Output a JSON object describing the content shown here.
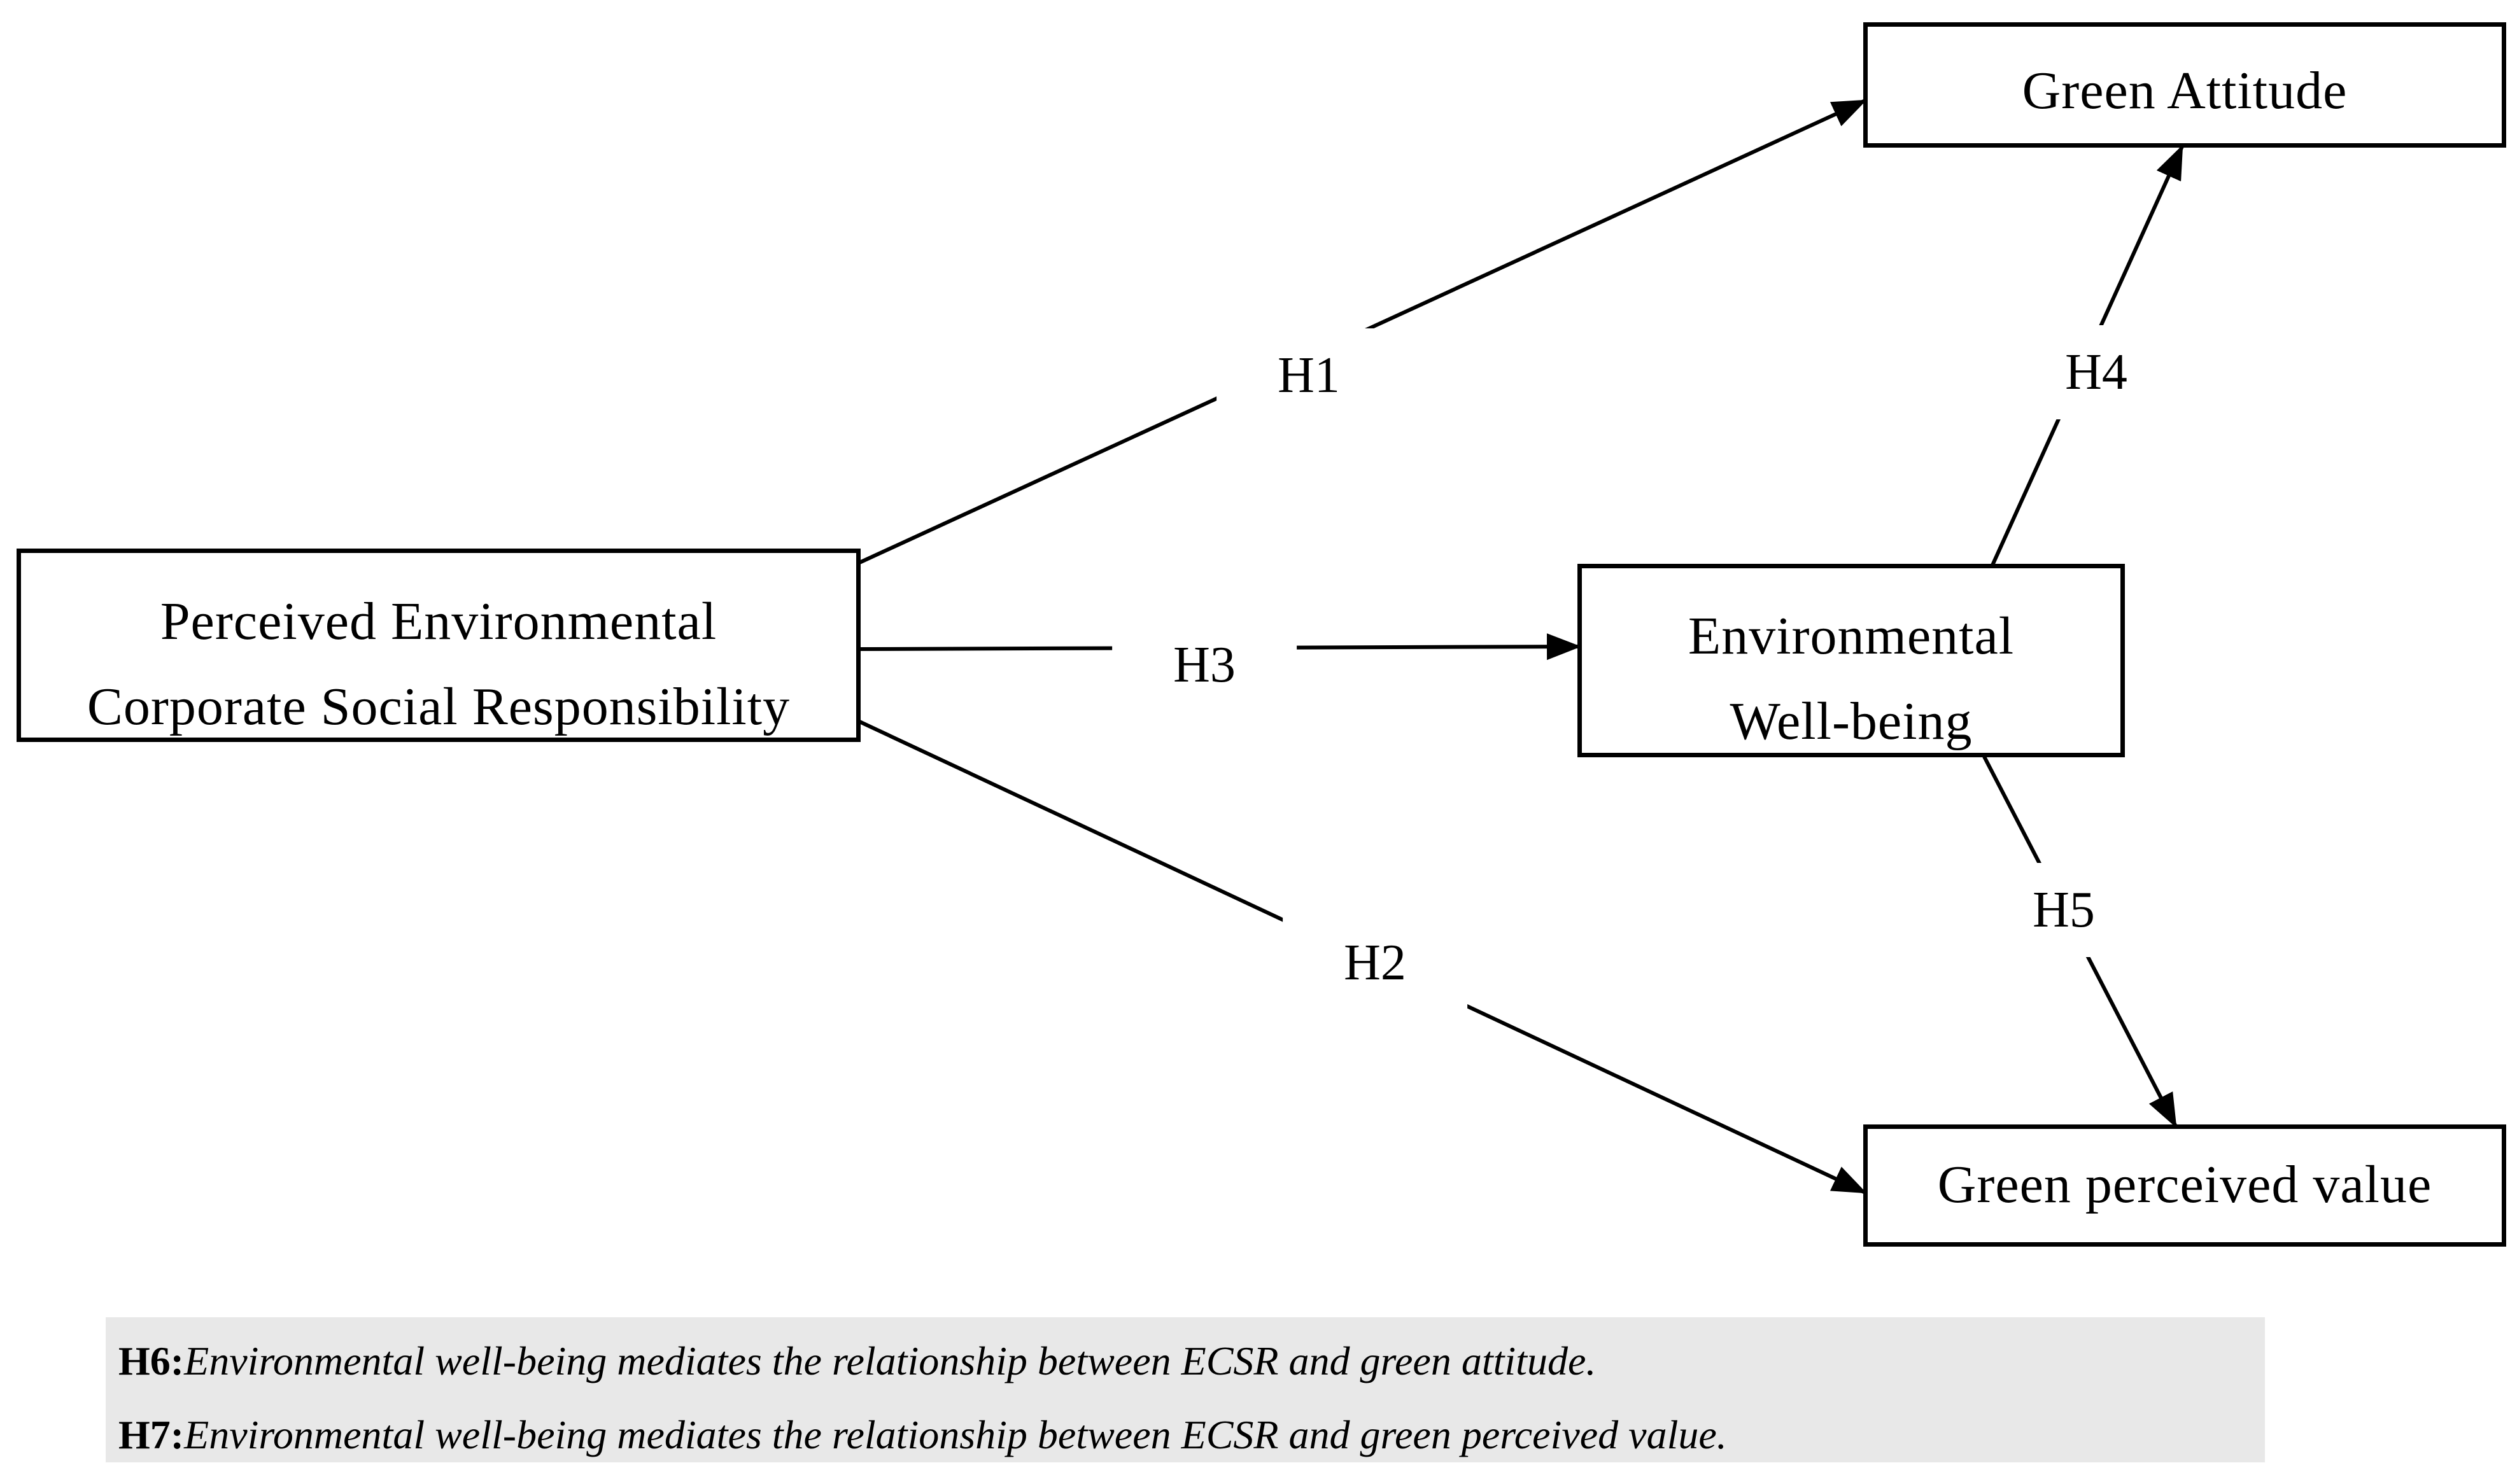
{
  "nodes": {
    "ecsr": {
      "lines": [
        "Perceived Environmental",
        "Corporate Social Responsibility"
      ]
    },
    "green_attitude": {
      "lines": [
        "Green Attitude"
      ]
    },
    "env_wellbeing": {
      "lines": [
        "Environmental",
        "Well-being"
      ]
    },
    "green_value": {
      "lines": [
        "Green perceived value"
      ]
    }
  },
  "hypothesis_labels": {
    "h1": "H1",
    "h2": "H2",
    "h3": "H3",
    "h4": "H4",
    "h5": "H5"
  },
  "relations": [
    {
      "label": "H1",
      "from": "Perceived Environmental Corporate Social Responsibility",
      "to": "Green Attitude"
    },
    {
      "label": "H2",
      "from": "Perceived Environmental Corporate Social Responsibility",
      "to": "Green perceived value"
    },
    {
      "label": "H3",
      "from": "Perceived Environmental Corporate Social Responsibility",
      "to": "Environmental Well-being"
    },
    {
      "label": "H4",
      "from": "Environmental Well-being",
      "to": "Green Attitude"
    },
    {
      "label": "H5",
      "from": "Environmental Well-being",
      "to": "Green perceived value"
    }
  ],
  "notes": [
    {
      "prefix": "H6:",
      "text": "Environmental well-being mediates the relationship between ECSR and green attitude."
    },
    {
      "prefix": "H7:",
      "text": "Environmental well-being mediates the relationship between ECSR and green perceived value."
    }
  ],
  "colors": {
    "ink": "#000000",
    "canvas": "#ffffff",
    "note_background": "#e8e8e8"
  }
}
